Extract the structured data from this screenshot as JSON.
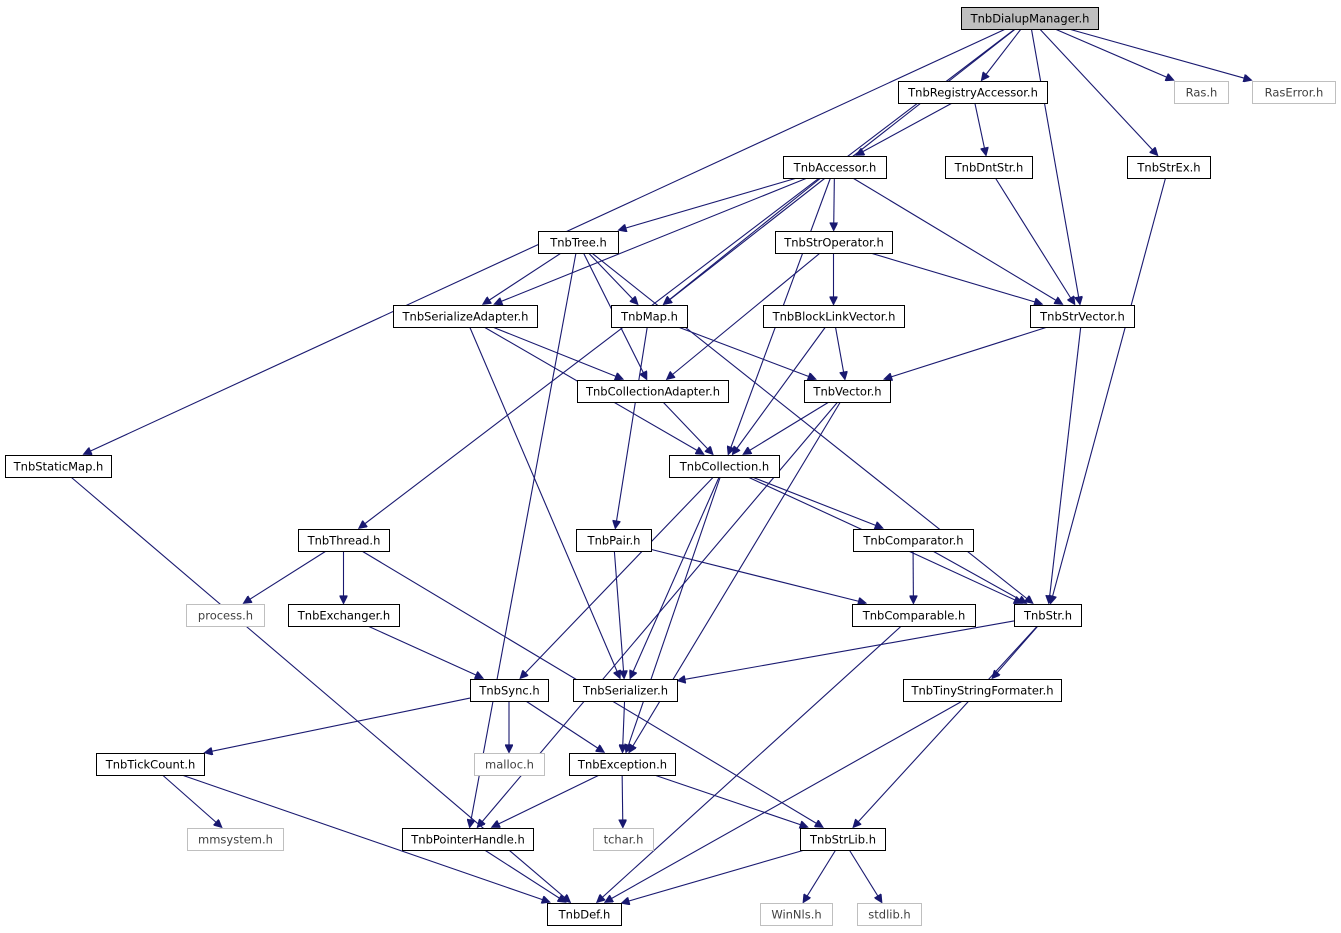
{
  "diagram": {
    "title": "TnbDialupManager.h",
    "colors": {
      "edge": "#191970",
      "root_fill": "#bfbfbf",
      "root_border": "#000000",
      "local_fill": "#ffffff",
      "local_border": "#000000",
      "external_fill": "#ffffff",
      "external_border": "#bfbfbf",
      "text": "#000000",
      "external_text": "#404040"
    },
    "nodes": [
      {
        "id": "root",
        "label": "TnbDialupManager.h",
        "kind": "root"
      },
      {
        "id": "registry",
        "label": "TnbRegistryAccessor.h",
        "kind": "local"
      },
      {
        "id": "ras",
        "label": "Ras.h",
        "kind": "external"
      },
      {
        "id": "raserror",
        "label": "RasError.h",
        "kind": "external"
      },
      {
        "id": "accessor",
        "label": "TnbAccessor.h",
        "kind": "local"
      },
      {
        "id": "dntstr",
        "label": "TnbDntStr.h",
        "kind": "local"
      },
      {
        "id": "strex",
        "label": "TnbStrEx.h",
        "kind": "local"
      },
      {
        "id": "tree",
        "label": "TnbTree.h",
        "kind": "local"
      },
      {
        "id": "stroperator",
        "label": "TnbStrOperator.h",
        "kind": "local"
      },
      {
        "id": "serializeadapter",
        "label": "TnbSerializeAdapter.h",
        "kind": "local"
      },
      {
        "id": "map",
        "label": "TnbMap.h",
        "kind": "local"
      },
      {
        "id": "blocklinkvector",
        "label": "TnbBlockLinkVector.h",
        "kind": "local"
      },
      {
        "id": "strvector",
        "label": "TnbStrVector.h",
        "kind": "local"
      },
      {
        "id": "collectionadapter",
        "label": "TnbCollectionAdapter.h",
        "kind": "local"
      },
      {
        "id": "vector",
        "label": "TnbVector.h",
        "kind": "local"
      },
      {
        "id": "staticmap",
        "label": "TnbStaticMap.h",
        "kind": "local"
      },
      {
        "id": "collection",
        "label": "TnbCollection.h",
        "kind": "local"
      },
      {
        "id": "thread",
        "label": "TnbThread.h",
        "kind": "local"
      },
      {
        "id": "pair",
        "label": "TnbPair.h",
        "kind": "local"
      },
      {
        "id": "comparator",
        "label": "TnbComparator.h",
        "kind": "local"
      },
      {
        "id": "process",
        "label": "process.h",
        "kind": "external"
      },
      {
        "id": "exchanger",
        "label": "TnbExchanger.h",
        "kind": "local"
      },
      {
        "id": "comparable",
        "label": "TnbComparable.h",
        "kind": "local"
      },
      {
        "id": "str",
        "label": "TnbStr.h",
        "kind": "local"
      },
      {
        "id": "sync",
        "label": "TnbSync.h",
        "kind": "local"
      },
      {
        "id": "serializer",
        "label": "TnbSerializer.h",
        "kind": "local"
      },
      {
        "id": "tinystringformater",
        "label": "TnbTinyStringFormater.h",
        "kind": "local"
      },
      {
        "id": "tickcount",
        "label": "TnbTickCount.h",
        "kind": "local"
      },
      {
        "id": "malloc",
        "label": "malloc.h",
        "kind": "external"
      },
      {
        "id": "exception",
        "label": "TnbException.h",
        "kind": "local"
      },
      {
        "id": "mmsystem",
        "label": "mmsystem.h",
        "kind": "external"
      },
      {
        "id": "pointerhandle",
        "label": "TnbPointerHandle.h",
        "kind": "local"
      },
      {
        "id": "tchar",
        "label": "tchar.h",
        "kind": "external"
      },
      {
        "id": "strlib",
        "label": "TnbStrLib.h",
        "kind": "local"
      },
      {
        "id": "def",
        "label": "TnbDef.h",
        "kind": "local"
      },
      {
        "id": "winnls",
        "label": "WinNls.h",
        "kind": "external"
      },
      {
        "id": "stdlib",
        "label": "stdlib.h",
        "kind": "external"
      }
    ],
    "edges": [
      [
        "root",
        "registry"
      ],
      [
        "root",
        "ras"
      ],
      [
        "root",
        "raserror"
      ],
      [
        "root",
        "strex"
      ],
      [
        "root",
        "strvector"
      ],
      [
        "root",
        "map"
      ],
      [
        "root",
        "thread"
      ],
      [
        "root",
        "staticmap"
      ],
      [
        "registry",
        "accessor"
      ],
      [
        "registry",
        "dntstr"
      ],
      [
        "accessor",
        "tree"
      ],
      [
        "accessor",
        "stroperator"
      ],
      [
        "accessor",
        "serializeadapter"
      ],
      [
        "accessor",
        "map"
      ],
      [
        "accessor",
        "strvector"
      ],
      [
        "accessor",
        "collection"
      ],
      [
        "dntstr",
        "strvector"
      ],
      [
        "strex",
        "str"
      ],
      [
        "tree",
        "serializeadapter"
      ],
      [
        "tree",
        "map"
      ],
      [
        "tree",
        "collectionadapter"
      ],
      [
        "tree",
        "str"
      ],
      [
        "tree",
        "pointerhandle"
      ],
      [
        "stroperator",
        "blocklinkvector"
      ],
      [
        "stroperator",
        "strvector"
      ],
      [
        "stroperator",
        "collectionadapter"
      ],
      [
        "serializeadapter",
        "collectionadapter"
      ],
      [
        "serializeadapter",
        "collection"
      ],
      [
        "serializeadapter",
        "serializer"
      ],
      [
        "map",
        "vector"
      ],
      [
        "map",
        "pair"
      ],
      [
        "blocklinkvector",
        "vector"
      ],
      [
        "blocklinkvector",
        "collection"
      ],
      [
        "strvector",
        "vector"
      ],
      [
        "strvector",
        "str"
      ],
      [
        "collectionadapter",
        "collection"
      ],
      [
        "vector",
        "collection"
      ],
      [
        "vector",
        "exception"
      ],
      [
        "vector",
        "pointerhandle"
      ],
      [
        "staticmap",
        "def"
      ],
      [
        "collection",
        "comparator"
      ],
      [
        "collection",
        "str"
      ],
      [
        "collection",
        "sync"
      ],
      [
        "collection",
        "serializer"
      ],
      [
        "collection",
        "exception"
      ],
      [
        "thread",
        "process"
      ],
      [
        "thread",
        "exchanger"
      ],
      [
        "thread",
        "strlib"
      ],
      [
        "pair",
        "comparable"
      ],
      [
        "pair",
        "serializer"
      ],
      [
        "comparator",
        "comparable"
      ],
      [
        "comparator",
        "str"
      ],
      [
        "exchanger",
        "sync"
      ],
      [
        "comparable",
        "def"
      ],
      [
        "str",
        "serializer"
      ],
      [
        "str",
        "tinystringformater"
      ],
      [
        "str",
        "strlib"
      ],
      [
        "sync",
        "tickcount"
      ],
      [
        "sync",
        "malloc"
      ],
      [
        "sync",
        "exception"
      ],
      [
        "serializer",
        "exception"
      ],
      [
        "tinystringformater",
        "def"
      ],
      [
        "tickcount",
        "mmsystem"
      ],
      [
        "tickcount",
        "def"
      ],
      [
        "exception",
        "pointerhandle"
      ],
      [
        "exception",
        "tchar"
      ],
      [
        "exception",
        "strlib"
      ],
      [
        "pointerhandle",
        "def"
      ],
      [
        "strlib",
        "def"
      ],
      [
        "strlib",
        "winnls"
      ],
      [
        "strlib",
        "stdlib"
      ]
    ]
  }
}
